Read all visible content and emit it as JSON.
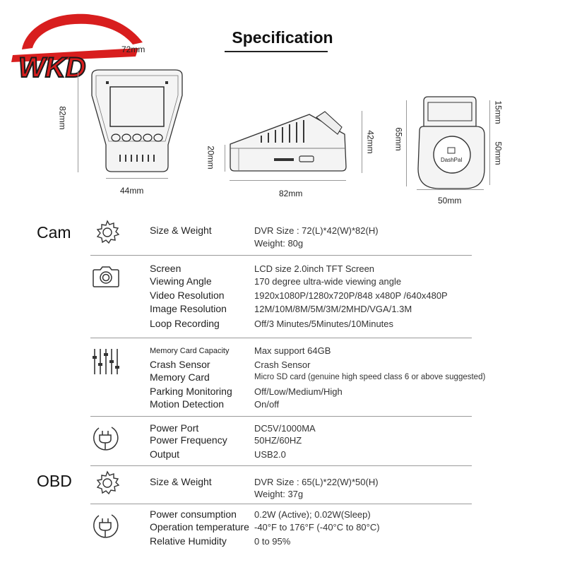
{
  "logo": {
    "text": "WKD",
    "colors": {
      "red": "#d81e1e",
      "dark": "#1a1a1a"
    }
  },
  "title": "Specification",
  "dimensions": {
    "front": {
      "top": "72mm",
      "left": "82mm",
      "bottom": "44mm"
    },
    "side": {
      "left": "20mm",
      "right": "42mm",
      "bottom": "82mm"
    },
    "obd": {
      "left": "65mm",
      "right_top": "15mm",
      "right_mid": "50mm",
      "bottom": "50mm",
      "brand": "DashPal"
    }
  },
  "sections": {
    "cam": "Cam",
    "obd": "OBD"
  },
  "cam": {
    "size": {
      "label": "Size & Weight",
      "values": [
        "DVR Size :    72(L)*42(W)*82(H)",
        "Weight:  80g"
      ]
    },
    "screen": {
      "labels": [
        "Screen",
        "Viewing Angle",
        "Video Resolution",
        "Image Resolution",
        "Loop Recording"
      ],
      "values": [
        "LCD size 2.0inch TFT Screen",
        "170  degree  ultra-wide  viewing angle",
        "1920x1080P/1280x720P/848 x480P /640x480P",
        "12M/10M/8M/5M/3M/2MHD/VGA/1.3M",
        "Off/3 Minutes/5Minutes/10Minutes"
      ]
    },
    "settings": {
      "labels": [
        "Memory Card Capacity",
        "Crash Sensor",
        "Memory Card",
        "Parking Monitoring",
        "Motion Detection"
      ],
      "values": [
        "Max support 64GB",
        "Crash Sensor",
        "Micro SD card (genuine high speed class 6 or above suggested)",
        "Off/Low/Medium/High",
        "On/off"
      ]
    },
    "power": {
      "labels": [
        "Power Port",
        "Power Frequency",
        "Output"
      ],
      "values": [
        "DC5V/1000MA",
        "50HZ/60HZ",
        "USB2.0"
      ]
    }
  },
  "obd": {
    "size": {
      "label": "Size & Weight",
      "values": [
        "DVR Size :    65(L)*22(W)*50(H)",
        "Weight:  37g"
      ]
    },
    "power": {
      "labels": [
        "Power consumption",
        "Operation temperature",
        "Relative Humidity"
      ],
      "values": [
        "0.2W (Active); 0.02W(Sleep)",
        "-40°F to 176°F (-40°C to 80°C)",
        "0 to 95%"
      ]
    }
  }
}
